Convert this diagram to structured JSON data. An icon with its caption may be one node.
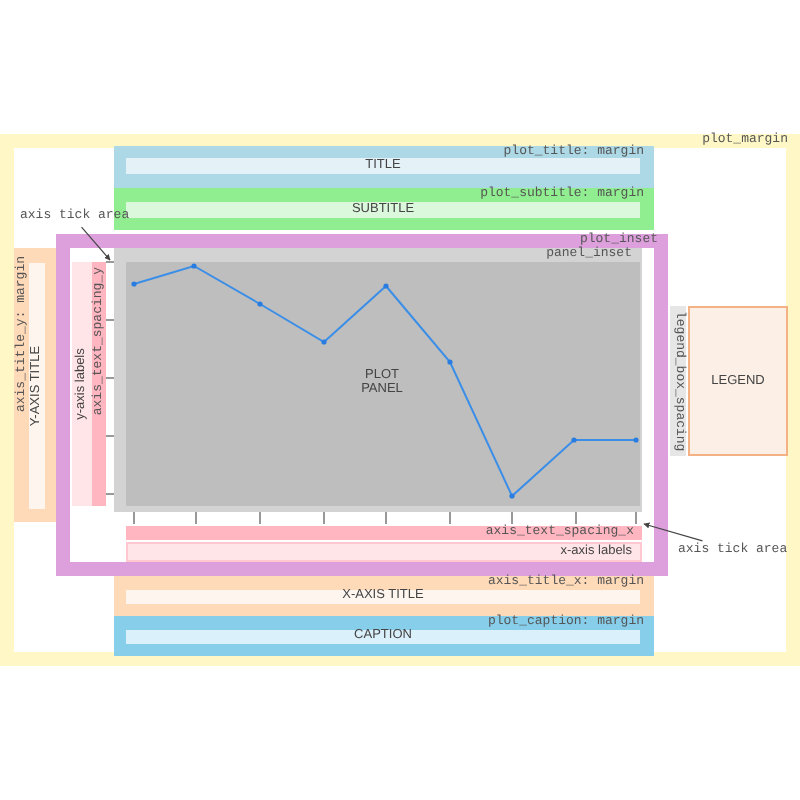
{
  "diagram": {
    "nodes": [
      {
        "text": [
          "plot_margin"
        ]
      },
      {
        "text": [
          "plot_title: margin",
          "TITLE"
        ],
        "in": 0
      },
      {
        "text": [
          "plot_subtitle: margin",
          "SUBTITLE"
        ],
        "in": 0
      },
      {
        "text": [
          "axis tick area"
        ],
        "in": 0
      },
      {
        "text": [
          "plot_inset"
        ],
        "in": 0
      },
      {
        "text": [
          "panel_inset"
        ],
        "in": 4
      },
      {
        "text": [
          "PLOT PANEL"
        ],
        "in": 5
      },
      {
        "text": [
          "axis_title_y: margin",
          "Y-AXIS TITLE"
        ],
        "in": 0
      },
      {
        "text": [
          "y-axis labels"
        ],
        "in": 4
      },
      {
        "text": [
          "axis_text_spacing_y"
        ],
        "in": 4
      },
      {
        "text": [
          "legend_box_spacing"
        ],
        "in": 0
      },
      {
        "text": [
          "LEGEND"
        ],
        "in": 0
      },
      {
        "text": [
          "axis_text_spacing_x"
        ],
        "in": 4
      },
      {
        "text": [
          "x-axis labels"
        ],
        "in": 4
      },
      {
        "text": [
          "axis tick area"
        ],
        "in": 0
      },
      {
        "text": [
          "axis_title_x: margin",
          "X-AXIS TITLE"
        ],
        "in": 0
      },
      {
        "text": [
          "plot_caption: margin",
          "CAPTION"
        ],
        "in": 0
      }
    ],
    "edges": [
      {
        "from": 3,
        "to": null,
        "arrow": "to"
      },
      {
        "from": 14,
        "to": null,
        "arrow": "to"
      }
    ]
  }
}
